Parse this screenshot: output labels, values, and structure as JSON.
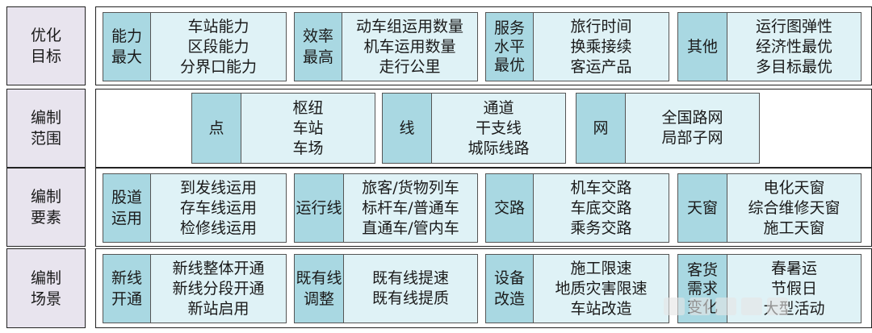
{
  "rows": [
    {
      "label": "优化\n目标",
      "groups": [
        {
          "key": "能力\n最大",
          "items": [
            "车站能力",
            "区段能力",
            "分界口能力"
          ]
        },
        {
          "key": "效率\n最高",
          "items": [
            "动车组运用数量",
            "机车运用数量",
            "走行公里"
          ]
        },
        {
          "key": "服务\n水平\n最优",
          "items": [
            "旅行时间",
            "换乘接续",
            "客运产品"
          ]
        },
        {
          "key": "其他",
          "items": [
            "运行图弹性",
            "经济性最优",
            "多目标最优"
          ]
        }
      ]
    },
    {
      "label": "编制\n范围",
      "groups": [
        {
          "key": "点",
          "items": [
            "枢纽",
            "车站",
            "车场"
          ]
        },
        {
          "key": "线",
          "items": [
            "通道",
            "干支线",
            "城际线路"
          ]
        },
        {
          "key": "网",
          "items": [
            "全国路网",
            "局部子网"
          ]
        }
      ]
    },
    {
      "label": "编制\n要素",
      "groups": [
        {
          "key": "股道\n运用",
          "items": [
            "到发线运用",
            "存车线运用",
            "检修线运用"
          ]
        },
        {
          "key": "运行线",
          "items": [
            "旅客/货物列车",
            "标杆车/普通车",
            "直通车/管内车"
          ]
        },
        {
          "key": "交路",
          "items": [
            "机车交路",
            "车底交路",
            "乘务交路"
          ]
        },
        {
          "key": "天窗",
          "items": [
            "电化天窗",
            "综合维修天窗",
            "施工天窗"
          ]
        }
      ]
    },
    {
      "label": "编制\n场景",
      "groups": [
        {
          "key": "新线\n开通",
          "items": [
            "新线整体开通",
            "新线分段开通",
            "新站启用"
          ]
        },
        {
          "key": "既有线\n调整",
          "items": [
            "既有线提速",
            "既有线提质"
          ]
        },
        {
          "key": "设备\n改造",
          "items": [
            "施工限速",
            "地质灾害限速",
            "车站改造"
          ]
        },
        {
          "key": "客货\n需求\n变化",
          "items": [
            "春暑运",
            "节假日",
            "大型活动"
          ]
        }
      ]
    }
  ]
}
